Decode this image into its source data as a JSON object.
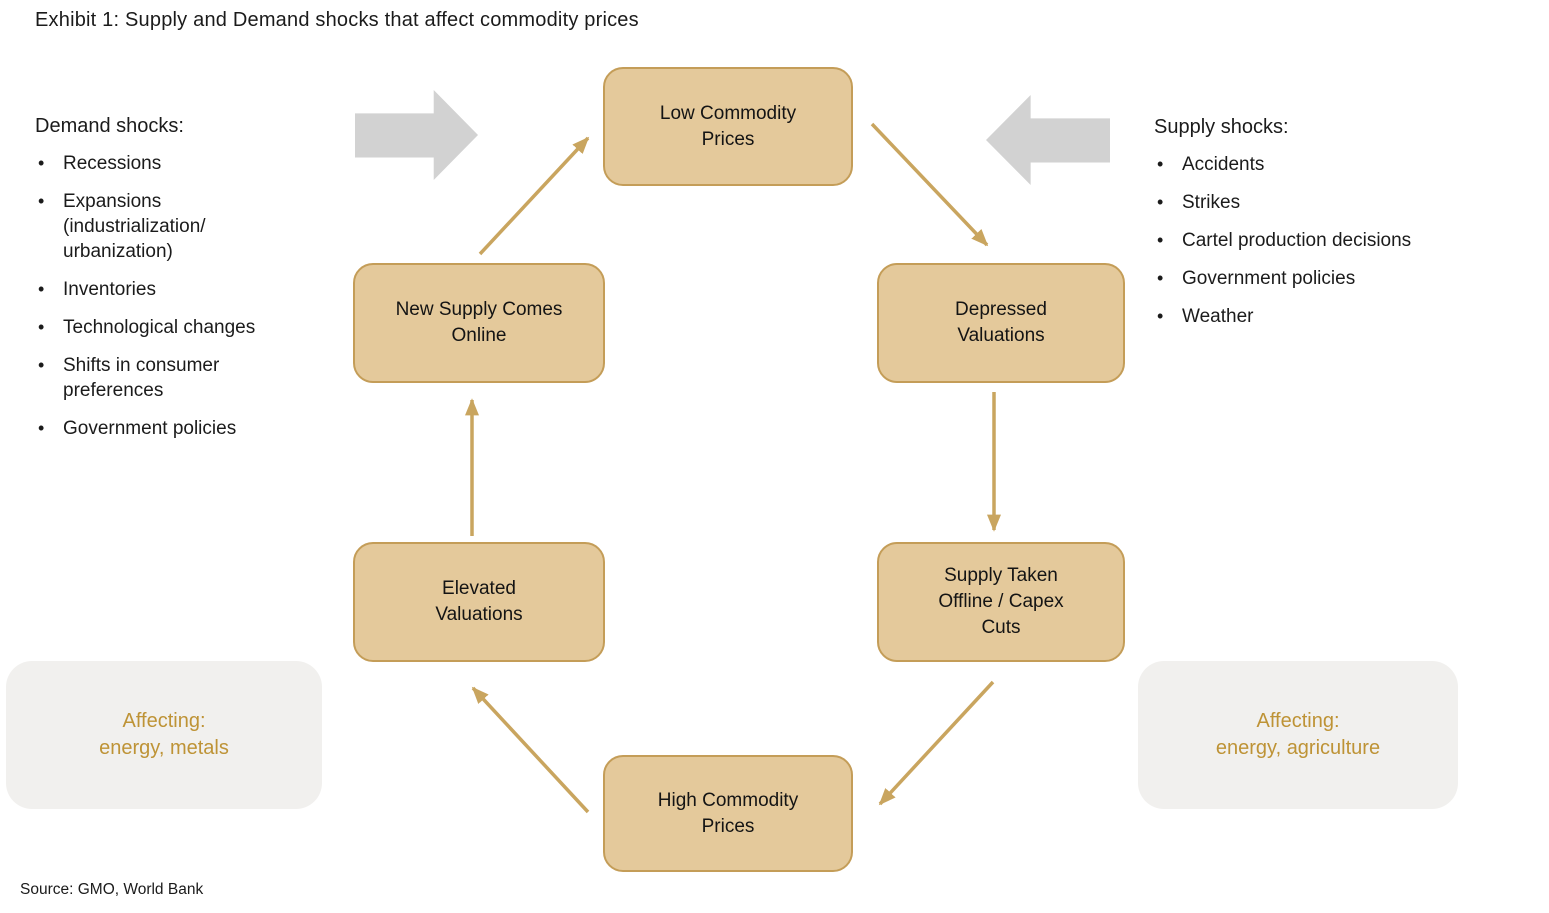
{
  "title": "Exhibit 1: Supply and Demand shocks that affect commodity prices",
  "demand": {
    "heading": "Demand shocks:",
    "items": [
      "Recessions",
      "Expansions (industrialization/ urbanization)",
      "Inventories",
      "Technological changes",
      "Shifts in consumer preferences",
      "Government policies"
    ]
  },
  "supply": {
    "heading": "Supply shocks:",
    "items": [
      "Accidents",
      "Strikes",
      "Cartel production decisions",
      "Government policies",
      "Weather"
    ]
  },
  "cycle": {
    "nodes": [
      {
        "id": "low-commodity-prices",
        "label": "Low Commodity Prices"
      },
      {
        "id": "depressed-valuations",
        "label": "Depressed Valuations"
      },
      {
        "id": "supply-taken-offline-capex-cuts",
        "label": "Supply Taken Offline / Capex Cuts"
      },
      {
        "id": "high-commodity-prices",
        "label": "High Commodity Prices"
      },
      {
        "id": "elevated-valuations",
        "label": "Elevated Valuations"
      },
      {
        "id": "new-supply-comes-online",
        "label": "New Supply Comes Online"
      }
    ]
  },
  "affecting_left": {
    "line1": "Affecting:",
    "line2": "energy, metals"
  },
  "affecting_right": {
    "line1": "Affecting:",
    "line2": "energy, agriculture"
  },
  "source": "Source: GMO, World Bank",
  "colors": {
    "box_fill": "#E4C99B",
    "box_border": "#C49D58",
    "connector_arrow": "#C9A55F",
    "block_arrow": "#D2D2D2",
    "panel_background": "#F1F0EE",
    "gold_text": "#BE9336"
  }
}
